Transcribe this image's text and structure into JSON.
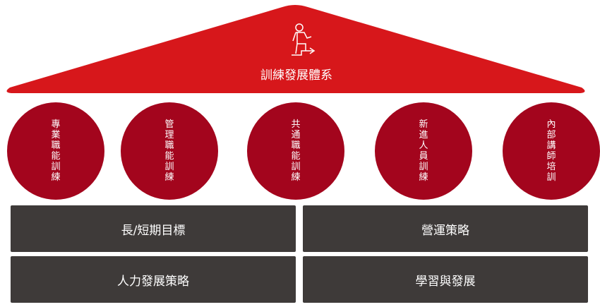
{
  "roof": {
    "title": "訓練發展體系",
    "icon": "person-climbing-stairs-icon",
    "color": "#d7171b"
  },
  "pillars": [
    {
      "label": "專業職能訓練"
    },
    {
      "label": "管理職能訓練"
    },
    {
      "label": "共通職能訓練"
    },
    {
      "label": "新進人員訓練"
    },
    {
      "label": "內部講師培訓"
    }
  ],
  "foundation": [
    {
      "label": "長/短期目標"
    },
    {
      "label": "營運策略"
    },
    {
      "label": "人力發展策略"
    },
    {
      "label": "學習與發展"
    }
  ],
  "colors": {
    "pillar": "#a3051d",
    "foundation": "#3e3a39"
  }
}
